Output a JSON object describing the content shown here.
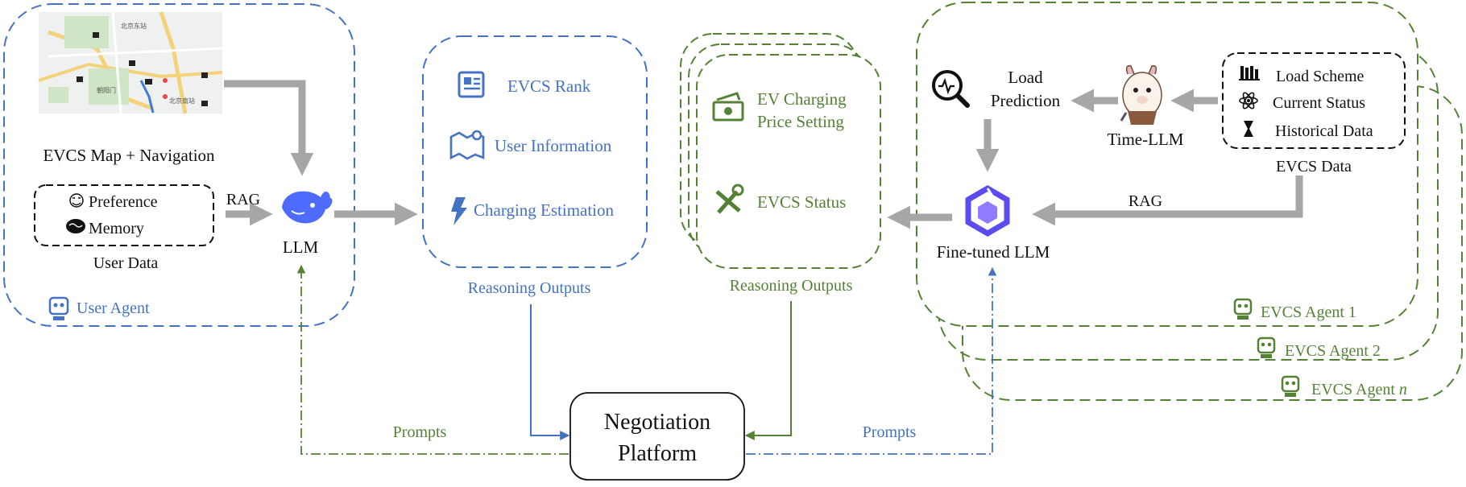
{
  "user_agent": {
    "label": "User Agent",
    "map_label": "EVCS Map + Navigation",
    "map_pois": [
      "北京东站",
      "朝阳门",
      "北京南站"
    ],
    "user_data": {
      "items": [
        {
          "icon": "smiley-icon",
          "label": "Preference"
        },
        {
          "icon": "brain-icon",
          "label": "Memory"
        }
      ],
      "label": "User Data"
    },
    "rag_label": "RAG",
    "llm_label": "LLM"
  },
  "user_outputs": {
    "title": "Reasoning Outputs",
    "items": [
      {
        "icon": "document-icon",
        "label": "EVCS Rank"
      },
      {
        "icon": "map-pin-icon",
        "label": "User Information"
      },
      {
        "icon": "lightning-icon",
        "label": "Charging Estimation"
      }
    ]
  },
  "evcs_outputs": {
    "title": "Reasoning Outputs",
    "price_line1": "EV Charging",
    "price_line2": "Price Setting",
    "status_label": "EVCS Status"
  },
  "evcs_agent": {
    "load_prediction_line1": "Load",
    "load_prediction_line2": "Prediction",
    "time_llm_label": "Time-LLM",
    "data_items": [
      "Load Scheme",
      "Current Status",
      "Historical Data"
    ],
    "data_label": "EVCS Data",
    "rag_label": "RAG",
    "finetuned_label": "Fine-tuned LLM",
    "agents": [
      "EVCS Agent 1",
      "EVCS Agent 2",
      "EVCS Agent "
    ],
    "agent_n_suffix": "n"
  },
  "negotiation": {
    "line1": "Negotiation",
    "line2": "Platform",
    "prompts_left": "Prompts",
    "prompts_right": "Prompts"
  },
  "colors": {
    "blue": "#4472c4",
    "green": "#548235",
    "gray_arrow": "#a6a6a6"
  }
}
